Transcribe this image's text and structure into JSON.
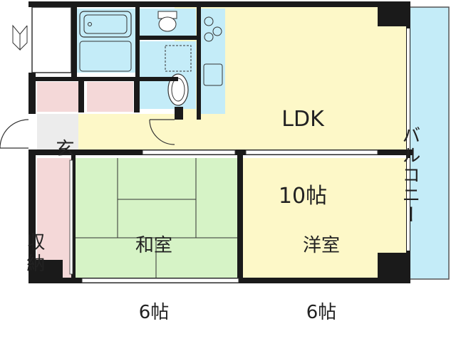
{
  "rooms": {
    "ldk": {
      "name": "LDK",
      "size": "10帖"
    },
    "washitsu": {
      "name": "和室",
      "size": "6帖"
    },
    "youshitsu": {
      "name": "洋室",
      "size": "6帖"
    },
    "genkan": {
      "name": "玄"
    },
    "shuno": {
      "name": "収納"
    },
    "balcony": {
      "name": "バルコニー"
    }
  },
  "colors": {
    "ldk": "#fdf8c8",
    "washitsu": "#d6f3c6",
    "youshitsu": "#fdf8c8",
    "water": "#c4ecf8",
    "storage": "#f4d8d8",
    "genkan": "#ececec",
    "wall": "#1a1a1a"
  }
}
